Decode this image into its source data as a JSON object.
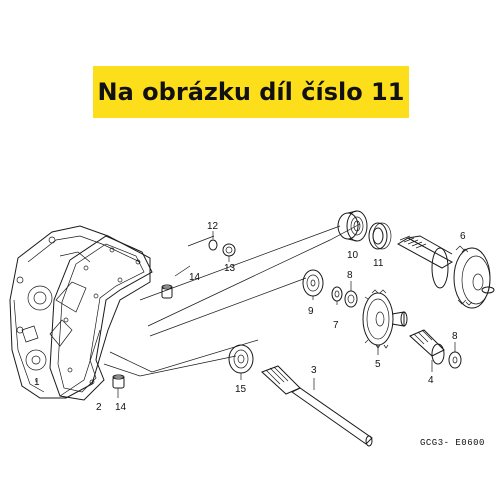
{
  "banner": {
    "text": "Na obrázku díl číslo 11",
    "bg_color": "#FDDE1B"
  },
  "diagram_code": "GCG3- E0600",
  "callouts": {
    "c1": "1",
    "c2": "2",
    "c3": "3",
    "c4": "4",
    "c5": "5",
    "c6": "6",
    "c7": "7",
    "c8a": "8",
    "c8b": "8",
    "c9": "9",
    "c10": "10",
    "c11": "11",
    "c12": "12",
    "c13": "13",
    "c14a": "14",
    "c14b": "14",
    "c15": "15"
  }
}
